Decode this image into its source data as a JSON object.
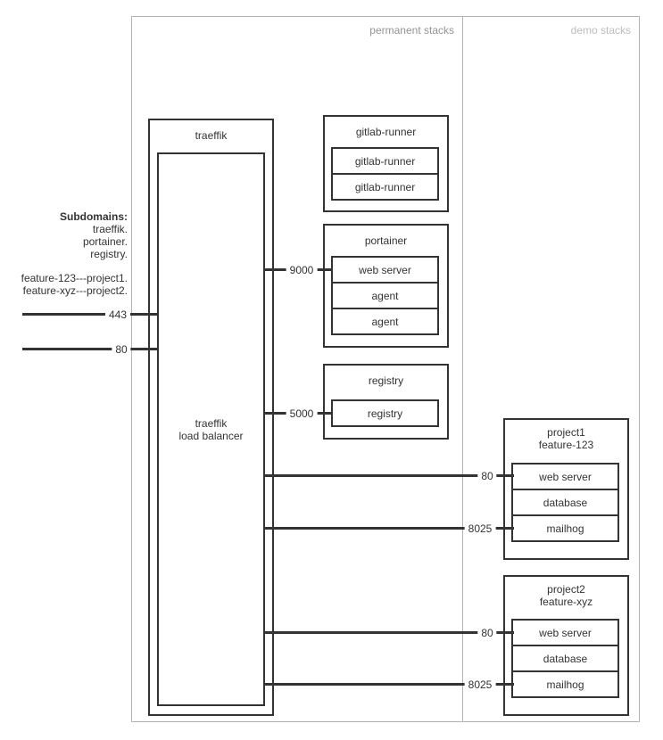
{
  "regions": {
    "permanent_label": "permanent stacks",
    "demo_label": "demo stacks"
  },
  "subdomains": {
    "heading": "Subdomains:",
    "primary": [
      "traeffik.",
      "portainer.",
      "registry."
    ],
    "feature": [
      "feature-123---project1.",
      "feature-xyz---project2."
    ]
  },
  "traefik": {
    "stack_title": "traeffik",
    "container_line1": "traeffik",
    "container_line2": "load balancer"
  },
  "stacks": [
    {
      "title": "gitlab-runner",
      "containers": [
        "gitlab-runner",
        "gitlab-runner"
      ]
    },
    {
      "title": "portainer",
      "containers": [
        "web server",
        "agent",
        "agent"
      ]
    },
    {
      "title": "registry",
      "containers": [
        "registry"
      ]
    },
    {
      "title": "project1",
      "subtitle": "feature-123",
      "containers": [
        "web server",
        "database",
        "mailhog"
      ]
    },
    {
      "title": "project2",
      "subtitle": "feature-xyz",
      "containers": [
        "web server",
        "database",
        "mailhog"
      ]
    }
  ],
  "ports": {
    "https": "443",
    "http": "80",
    "portainer_ui": "9000",
    "registry_api": "5000",
    "project1_web": "80",
    "project1_mailhog": "8025",
    "project2_web": "80",
    "project2_mailhog": "8025"
  },
  "colors": {
    "box_border": "#333333",
    "region_border": "#b3b3b3",
    "permanent_label_color": "#949494",
    "demo_label_color": "#bcbcbc"
  }
}
